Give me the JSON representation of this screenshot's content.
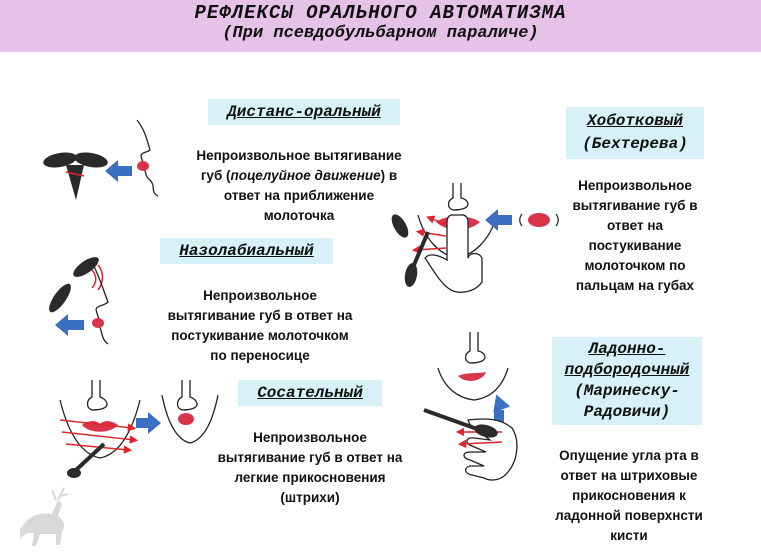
{
  "header": {
    "title": "РЕФЛЕКСЫ ОРАЛЬНОГО АВТОМАТИЗМА",
    "subtitle": "(При псевдобульбарном параличе)"
  },
  "reflexes": {
    "distance_oral": {
      "title": "Дистанс-оральный",
      "description": {
        "line1": "Непроизвольное вытягивание",
        "line2_pre": "губ (",
        "line2_it": "поцелуйное движение",
        "line2_post": ") в",
        "line3": "ответ на приближение",
        "line4": "молоточка"
      }
    },
    "nasolabial": {
      "title": "Назолабиальный",
      "description": {
        "line1": "Непроизвольное",
        "line2": "вытягивание губ в ответ на",
        "line3": "постукивание молоточком",
        "line4": "по переносице"
      }
    },
    "sucking": {
      "title": "Сосательный",
      "description": {
        "line1": "Непроизвольное",
        "line2": "вытягивание губ в ответ на",
        "line3": "легкие прикосновения",
        "line4": "(штрихи)"
      }
    },
    "proboscis": {
      "title_line1": "Хоботковый",
      "title_line2": "(Бехтерева)",
      "description": {
        "line1": "Непроизвольное",
        "line2": "вытягивание губ в",
        "line3": "ответ на",
        "line4": "постукивание",
        "line5": "молоточком по",
        "line6": "пальцам на губах"
      }
    },
    "palmomental": {
      "title_line1": "Ладонно-",
      "title_line2": "подбородочный",
      "title_line3": "(Маринеску-",
      "title_line4": "Радовичи)",
      "description": {
        "line1": "Опущение угла рта в",
        "line2": "ответ на штриховые",
        "line3": "прикосновения к",
        "line4": "ладонной поверхнсти",
        "line5": "кисти"
      }
    }
  },
  "colors": {
    "header_bg": "#e7c2e8",
    "title_bg": "#d6f1f7",
    "arrow": "#3a6fc4",
    "lips": "#d9344a",
    "red_lines": "#e0242b",
    "hammer": "#2a2a2a"
  },
  "icons": {
    "hammer": "reflex-hammer-icon",
    "arrow": "blue-arrow-icon",
    "face": "face-sketch-icon",
    "hand": "hand-sketch-icon",
    "lips": "lips-icon"
  }
}
